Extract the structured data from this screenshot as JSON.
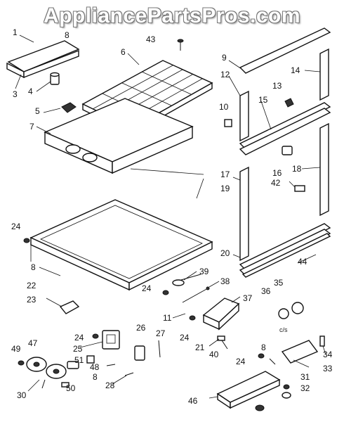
{
  "watermark": "AppliancePartsPros.com",
  "code": "c/s",
  "callouts": [
    "1",
    "8",
    "3",
    "4",
    "43",
    "6",
    "5",
    "7",
    "9",
    "14",
    "12",
    "13",
    "10",
    "15",
    "16",
    "42",
    "18",
    "17",
    "19",
    "24",
    "8",
    "22",
    "23",
    "20",
    "44",
    "39",
    "38",
    "37",
    "24",
    "11",
    "24",
    "36",
    "35",
    "21",
    "40",
    "24",
    "26",
    "27",
    "25",
    "51",
    "48",
    "8",
    "28",
    "8",
    "34",
    "24",
    "33",
    "47",
    "49",
    "50",
    "30",
    "46",
    "31",
    "32"
  ]
}
